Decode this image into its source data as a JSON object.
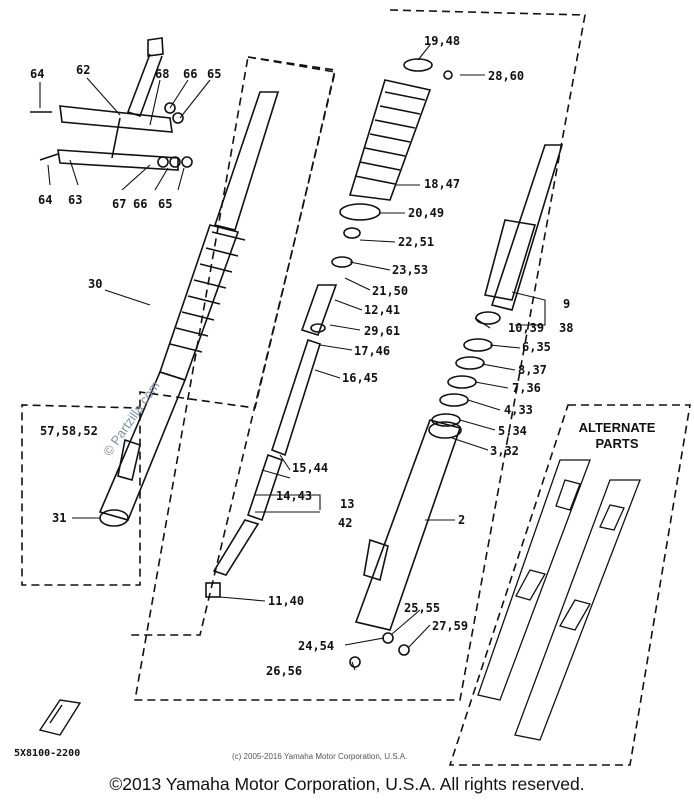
{
  "labels": {
    "p19_48": "19,48",
    "p28_60": "28,60",
    "p18_47": "18,47",
    "p20_49": "20,49",
    "p22_51": "22,51",
    "p23_53": "23,53",
    "p21_50": "21,50",
    "p12_41": "12,41",
    "p29_61": "29,61",
    "p17_46": "17,46",
    "p16_45": "16,45",
    "p15_44": "15,44",
    "p14_43": "14,43",
    "p13": "13",
    "p42": "42",
    "p11_40": "11,40",
    "p24_54": "24,54",
    "p26_56": "26,56",
    "p25_55": "25,55",
    "p27_59": "27,59",
    "p2": "2",
    "p9": "9",
    "p38": "38",
    "p10_39": "10,39",
    "p6_35": "6,35",
    "p8_37": "8,37",
    "p7_36": "7,36",
    "p4_33": "4,33",
    "p5_34": "5,34",
    "p3_32": "3,32",
    "p30": "30",
    "p31": "31",
    "p57_58_52": "57,58,52",
    "p62": "62",
    "p64_top": "64",
    "p68": "68",
    "p66_top": "66",
    "p65_top": "65",
    "p64_bot": "64",
    "p63": "63",
    "p67": "67",
    "p66_bot": "66",
    "p65_bot": "65"
  },
  "alternate_parts": {
    "line1": "ALTERNATE",
    "line2": "PARTS"
  },
  "diagram_code": "5X8100-2200",
  "small_copyright": "(c) 2005-2016 Yamaha Motor Corporation, U.S.A.",
  "watermark": "© Partzilla.com",
  "footer": "©2013 Yamaha Motor Corporation, U.S.A. All rights reserved."
}
